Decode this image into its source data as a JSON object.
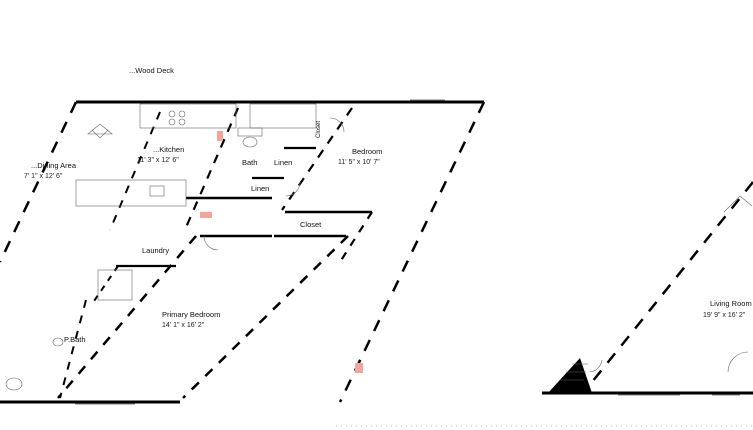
{
  "rooms": {
    "wood_deck": {
      "label": "...Wood Deck"
    },
    "kitchen": {
      "label": "...Kitchen",
      "dims": "11' 3\" x 12' 6\""
    },
    "dining_area": {
      "label": "...Dining Area",
      "dims": "7' 1\" x 12' 6\""
    },
    "bath": {
      "label": "Bath"
    },
    "linen_upper": {
      "label": "Linen"
    },
    "linen_lower": {
      "label": "Linen"
    },
    "closet_upper": {
      "label": "Closet"
    },
    "bedroom": {
      "label": "Bedroom",
      "dims": "11' 5\" x 10' 7\""
    },
    "closet_lower": {
      "label": "Closet"
    },
    "laundry": {
      "label": "Laundry"
    },
    "primary_bedroom": {
      "label": "Primary Bedroom",
      "dims": "14' 1\" x 16' 2\""
    },
    "primary_bath": {
      "label": "P.Bath"
    },
    "living_room": {
      "label": "Living Room",
      "dims": "19' 9\" x 16' 2\""
    }
  },
  "colors": {
    "wall": "#000000",
    "fixture": "#666666",
    "marker": "#f4a59a",
    "background": "#ffffff"
  }
}
